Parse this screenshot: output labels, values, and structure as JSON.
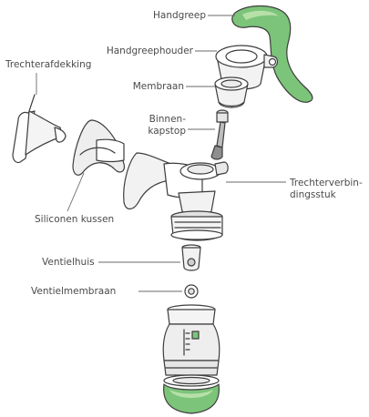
{
  "labels": {
    "handgreep": "Handgreep",
    "handgreephouder": "Handgreephouder",
    "trechterafdekking": "Trechterafdekking",
    "membraan": "Membraan",
    "binnenkapstop_line1": "Binnen-",
    "binnenkapstop_line2": "kapstop",
    "trechterverbindingsstuk_line1": "Trechterverbin-",
    "trechterverbindingsstuk_line2": "dingsstuk",
    "siliconen_kussen": "Siliconen kussen",
    "ventielhuis": "Ventielhuis",
    "ventielmembraan": "Ventielmembraan"
  },
  "colors": {
    "accent_green": "#7cc47a",
    "light_green": "#b7e0a8",
    "outline": "#3d3d3d",
    "body_fill": "#f2f2f2",
    "shade": "#d9d9d9",
    "text": "#4a4a4a"
  }
}
